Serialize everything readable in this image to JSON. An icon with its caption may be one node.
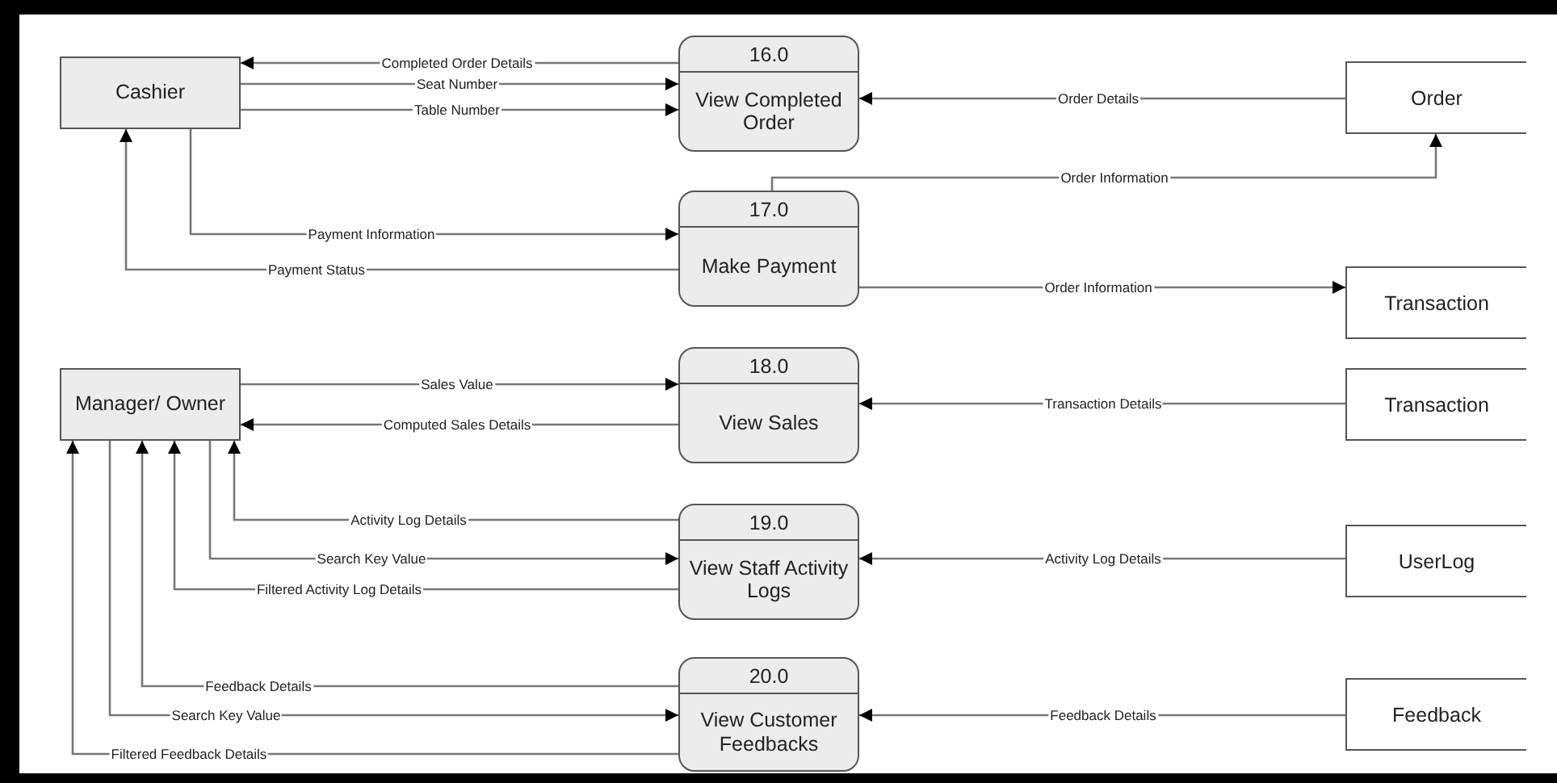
{
  "diagram": {
    "nodes": [
      {
        "text": [
          "Cashier"
        ]
      },
      {
        "text": [
          "16.0",
          "View Completed Order"
        ]
      },
      {
        "text": [
          "Order"
        ]
      },
      {
        "text": [
          "17.0",
          "Make Payment"
        ]
      },
      {
        "text": [
          "Transaction"
        ]
      },
      {
        "text": [
          "Manager/ Owner"
        ]
      },
      {
        "text": [
          "18.0",
          "View Sales"
        ]
      },
      {
        "text": [
          "Transaction"
        ]
      },
      {
        "text": [
          "19.0",
          "View Staff Activity Logs"
        ]
      },
      {
        "text": [
          "UserLog"
        ]
      },
      {
        "text": [
          "20.0",
          "View Customer Feedbacks"
        ]
      },
      {
        "text": [
          "Feedback"
        ]
      }
    ],
    "edges": [
      {
        "from": 1,
        "to": 0,
        "arrow": "to",
        "label": "Completed Order Details"
      },
      {
        "from": 0,
        "to": 1,
        "arrow": "to",
        "label": "Seat Number"
      },
      {
        "from": 0,
        "to": 1,
        "arrow": "to",
        "label": "Table Number"
      },
      {
        "from": 2,
        "to": 1,
        "arrow": "to",
        "label": "Order Details"
      },
      {
        "from": 3,
        "to": 2,
        "arrow": "to",
        "label": "Order Information"
      },
      {
        "from": 0,
        "to": 3,
        "arrow": "to",
        "label": "Payment Information"
      },
      {
        "from": 3,
        "to": 0,
        "arrow": "to",
        "label": "Payment Status"
      },
      {
        "from": 3,
        "to": 4,
        "arrow": "to",
        "label": "Order Information"
      },
      {
        "from": 5,
        "to": 6,
        "arrow": "to",
        "label": "Sales Value"
      },
      {
        "from": 6,
        "to": 5,
        "arrow": "to",
        "label": "Computed Sales Details"
      },
      {
        "from": 7,
        "to": 6,
        "arrow": "to",
        "label": "Transaction Details"
      },
      {
        "from": 8,
        "to": 5,
        "arrow": "to",
        "label": "Activity Log Details"
      },
      {
        "from": 5,
        "to": 8,
        "arrow": "to",
        "label": "Search Key Value"
      },
      {
        "from": 8,
        "to": 5,
        "arrow": "to",
        "label": "Filtered Activity Log Details"
      },
      {
        "from": 9,
        "to": 8,
        "arrow": "to",
        "label": "Activity Log Details"
      },
      {
        "from": 10,
        "to": 5,
        "arrow": "to",
        "label": "Feedback Details"
      },
      {
        "from": 5,
        "to": 10,
        "arrow": "to",
        "label": "Search Key Value"
      },
      {
        "from": 10,
        "to": 5,
        "arrow": "to",
        "label": "Filtered Feedback Details"
      },
      {
        "from": 11,
        "to": 10,
        "arrow": "to",
        "label": "Feedback Details"
      }
    ]
  }
}
